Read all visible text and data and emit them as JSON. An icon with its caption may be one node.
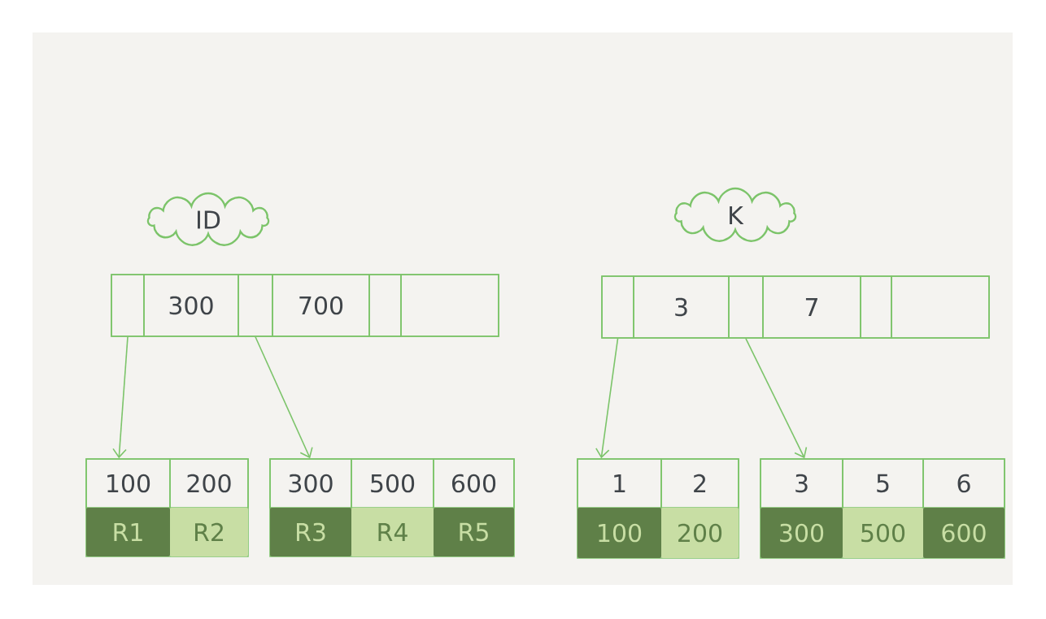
{
  "diagram": {
    "nodes": [
      {
        "text": [
          "ID"
        ]
      },
      {
        "text": [],
        "shape": "box"
      },
      {
        "text": [],
        "shape": "box",
        "in": 1
      },
      {
        "text": [
          "300"
        ],
        "in": 1
      },
      {
        "text": [],
        "shape": "box",
        "in": 1
      },
      {
        "text": [
          "700"
        ],
        "in": 1
      },
      {
        "text": [],
        "shape": "box",
        "in": 1
      },
      {
        "text": [],
        "shape": "box",
        "in": 1
      },
      {
        "text": [],
        "shape": "box"
      },
      {
        "text": [
          "100"
        ],
        "in": 8
      },
      {
        "text": [
          "200"
        ],
        "in": 8
      },
      {
        "text": [
          "R1"
        ],
        "in": 8
      },
      {
        "text": [
          "R2"
        ],
        "in": 8
      },
      {
        "text": [],
        "shape": "box"
      },
      {
        "text": [
          "300"
        ],
        "in": 13
      },
      {
        "text": [
          "500"
        ],
        "in": 13
      },
      {
        "text": [
          "600"
        ],
        "in": 13
      },
      {
        "text": [
          "R3"
        ],
        "in": 13
      },
      {
        "text": [
          "R4"
        ],
        "in": 13
      },
      {
        "text": [
          "R5"
        ],
        "in": 13
      },
      {
        "text": [
          "K"
        ]
      },
      {
        "text": [],
        "shape": "box"
      },
      {
        "text": [],
        "shape": "box",
        "in": 21
      },
      {
        "text": [
          "3"
        ],
        "in": 21
      },
      {
        "text": [],
        "shape": "box",
        "in": 21
      },
      {
        "text": [
          "7"
        ],
        "in": 21
      },
      {
        "text": [],
        "shape": "box",
        "in": 21
      },
      {
        "text": [],
        "shape": "box",
        "in": 21
      },
      {
        "text": [],
        "shape": "box"
      },
      {
        "text": [
          "1"
        ],
        "in": 28
      },
      {
        "text": [
          "2"
        ],
        "in": 28
      },
      {
        "text": [
          "100"
        ],
        "in": 28
      },
      {
        "text": [
          "200"
        ],
        "in": 28
      },
      {
        "text": [],
        "shape": "box"
      },
      {
        "text": [
          "3"
        ],
        "in": 33
      },
      {
        "text": [
          "5"
        ],
        "in": 33
      },
      {
        "text": [
          "6"
        ],
        "in": 33
      },
      {
        "text": [
          "300"
        ],
        "in": 33
      },
      {
        "text": [
          "500"
        ],
        "in": 33
      },
      {
        "text": [
          "600"
        ],
        "in": 33
      }
    ],
    "edges": [
      {
        "from": 2,
        "to": 8,
        "arrow": "to"
      },
      {
        "from": 4,
        "to": 13,
        "arrow": "to"
      },
      {
        "from": 22,
        "to": 28,
        "arrow": "to"
      },
      {
        "from": 24,
        "to": 33,
        "arrow": "to"
      }
    ]
  }
}
